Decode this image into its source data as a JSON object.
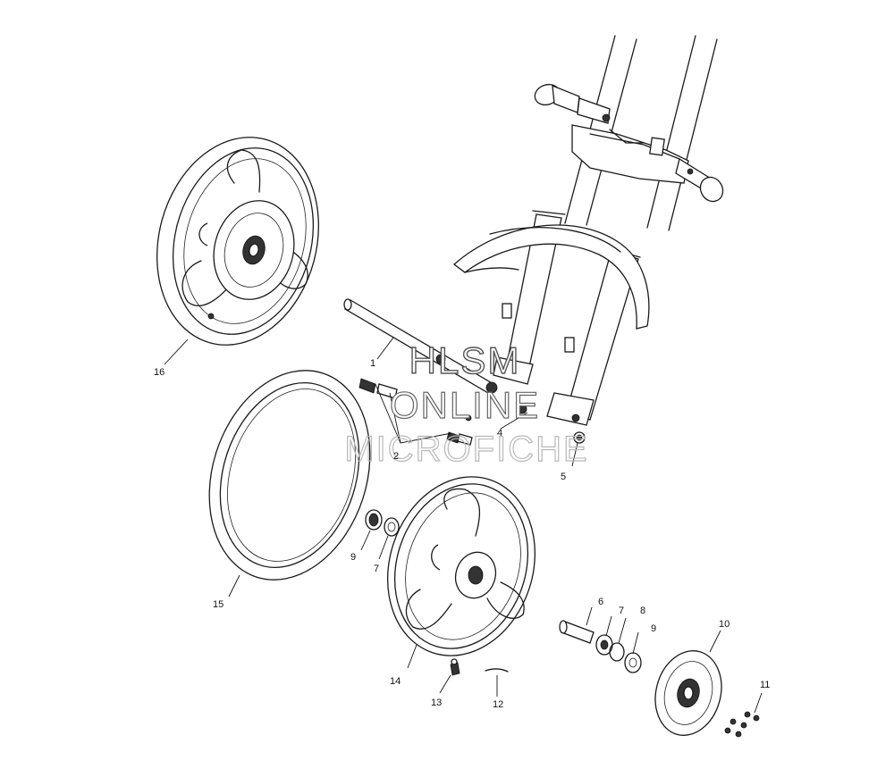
{
  "watermark": {
    "line1": "HLSM",
    "line2": "ONLINE",
    "line3": "MICROFICHE"
  },
  "callouts": {
    "p1": "1",
    "p2": "2",
    "p4": "4",
    "p5": "5",
    "p6": "6",
    "p7a": "7",
    "p7b": "7",
    "p8": "8",
    "p9a": "9",
    "p9b": "9",
    "p10": "10",
    "p11": "11",
    "p12": "12",
    "p13": "13",
    "p14": "14",
    "p15": "15",
    "p16": "16"
  }
}
